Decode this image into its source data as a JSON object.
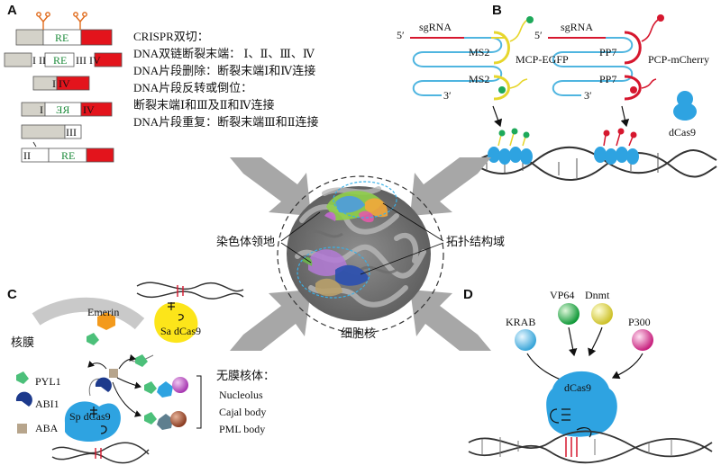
{
  "panels": {
    "a": "A",
    "b": "B",
    "c": "C",
    "d": "D"
  },
  "panel_a": {
    "re_label": "RE",
    "box2": {
      "left": "I II",
      "right": "III IV"
    },
    "box3": {
      "label": "I IV"
    },
    "box4": {
      "left": "I",
      "right": "IV"
    },
    "box5": {
      "label": "III"
    },
    "box6": {
      "label": "II"
    },
    "text_lines": [
      "CRISPR双切：",
      "DNA双链断裂末端：  Ⅰ、Ⅱ、Ⅲ、Ⅳ",
      "DNA片段删除：断裂末端Ⅰ和Ⅳ连接",
      "DNA片段反转或倒位：",
      "断裂末端Ⅰ和Ⅲ及Ⅱ和Ⅳ连接",
      "DNA片段重复：断裂末端Ⅲ和Ⅱ连接"
    ]
  },
  "panel_b": {
    "five_prime": "5′",
    "three_prime": "3′",
    "sgrna": "sgRNA",
    "ms2": "MS2",
    "pp7": "PP7",
    "mcp_egfp": "MCP-EGFP",
    "pcp_mcherry": "PCP-mCherry",
    "dcas9": "dCas9"
  },
  "center": {
    "chromosome_territory": "染色体领地",
    "topological_domain": "拓扑结构域",
    "nucleus": "细胞核"
  },
  "panel_c": {
    "emerin": "Emerin",
    "nuclear_envelope": "核膜",
    "sa_dcas9": "Sa dCas9",
    "sp_dcas9": "Sp dCas9",
    "legend": [
      "PYL1",
      "ABI1",
      "ABA"
    ],
    "condensate_title": "无膜核体：",
    "condensates": [
      "Nucleolus",
      "Cajal body",
      "PML body"
    ]
  },
  "panel_d": {
    "effectors": [
      "KRAB",
      "VP64",
      "Dnmt",
      "P300"
    ],
    "dcas9": "dCas9"
  },
  "colors": {
    "gray_box": "#d4d2c9",
    "red_box": "#e3141c",
    "ms2_yellow": "#e7d62c",
    "egfp_green": "#1ea95a",
    "pp7_red": "#d6172e",
    "rna_blue": "#4fb5e0",
    "dcas9_blue": "#2ea3e1",
    "arrow_gray": "#a7a7a7",
    "emerin_orange": "#f39a1c",
    "abi1_navy": "#1d3a8c"
  }
}
